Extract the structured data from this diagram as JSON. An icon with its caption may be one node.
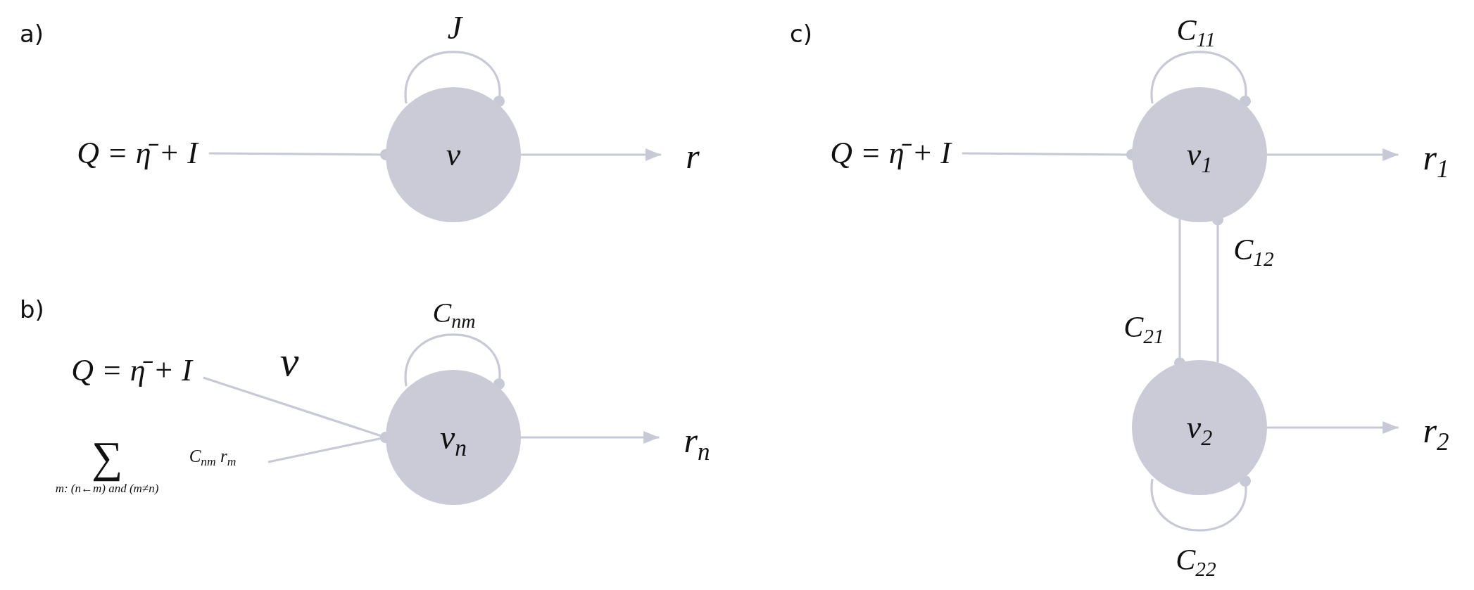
{
  "diagram": {
    "nodes": [
      {
        "text": [
          "Q = η̄ + I"
        ]
      },
      {
        "text": [
          "v"
        ]
      },
      {
        "text": [
          "r"
        ]
      },
      {
        "text": [
          "Q = η̄ + I"
        ]
      },
      {
        "text": [
          "∑",
          "m: (n←m) and (m≠n)",
          "C$_{nm}$ r$_{m}$"
        ]
      },
      {
        "text": [
          "v$_{n}$"
        ]
      },
      {
        "text": [
          "r$_{n}$"
        ]
      },
      {
        "text": [
          "Q = η̄ + I"
        ]
      },
      {
        "text": [
          "v$_{1}$"
        ]
      },
      {
        "text": [
          "r$_{1}$"
        ]
      },
      {
        "text": [
          "v$_{2}$"
        ]
      },
      {
        "text": [
          "r$_{2}$"
        ]
      }
    ],
    "edges": [
      {
        "from": 0,
        "to": 1,
        "arrow": "other"
      },
      {
        "from": 1,
        "to": 1,
        "arrow": "other",
        "label": "J"
      },
      {
        "from": 1,
        "to": 2,
        "arrow": "to"
      },
      {
        "from": 3,
        "to": 5,
        "arrow": "other"
      },
      {
        "from": 4,
        "to": 5,
        "arrow": "other"
      },
      {
        "from": 5,
        "to": 5,
        "arrow": "other",
        "label": "C$_{nm}$"
      },
      {
        "from": 5,
        "to": 6,
        "arrow": "to"
      },
      {
        "from": 7,
        "to": 8,
        "arrow": "other"
      },
      {
        "from": 8,
        "to": 8,
        "arrow": "other",
        "label": "C$_{11}$"
      },
      {
        "from": 8,
        "to": 9,
        "arrow": "to"
      },
      {
        "from": 8,
        "to": 10,
        "arrow": "other",
        "label": "C$_{21}$"
      },
      {
        "from": 10,
        "to": 8,
        "arrow": "other",
        "label": "C$_{12}$"
      },
      {
        "from": 10,
        "to": 10,
        "arrow": "other",
        "label": "C$_{22}$"
      },
      {
        "from": 10,
        "to": 11,
        "arrow": "to"
      }
    ],
    "labels": [
      "a)",
      "b)",
      "c)",
      "v"
    ]
  }
}
